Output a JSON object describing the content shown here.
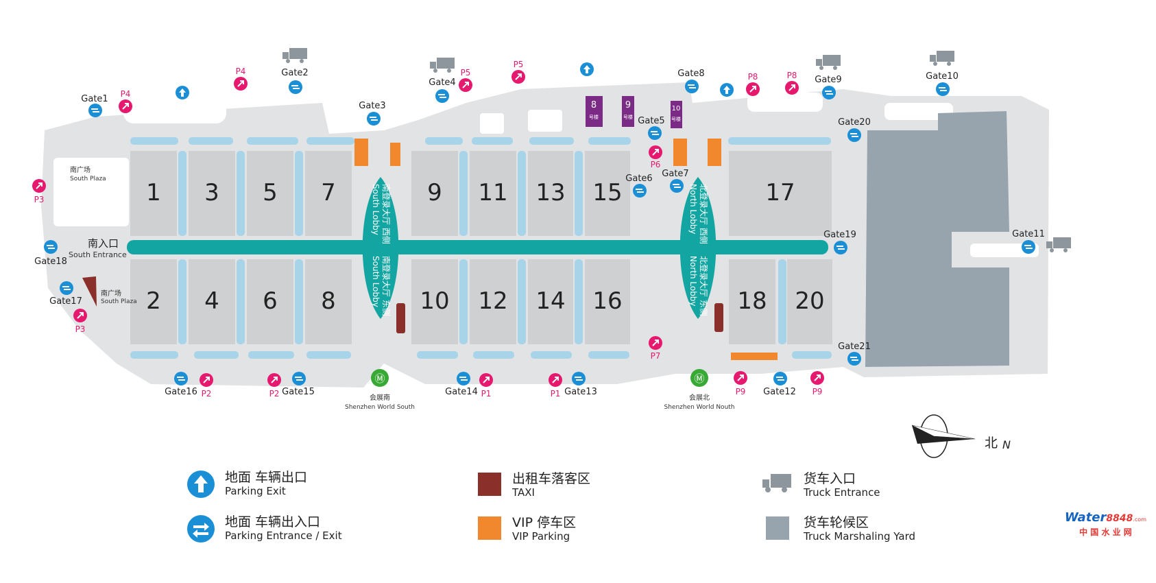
{
  "halls_west": [
    "1",
    "2",
    "3",
    "4",
    "5",
    "6",
    "7",
    "8"
  ],
  "halls_mid": [
    "9",
    "10",
    "11",
    "12",
    "13",
    "14",
    "15",
    "16"
  ],
  "halls_east": [
    "17",
    "18",
    "20"
  ],
  "buildings": {
    "b8": {
      "num": "8",
      "unit": "号楼"
    },
    "b9": {
      "num": "9",
      "unit": "号楼"
    },
    "b10": {
      "num": "10",
      "unit": "号楼"
    }
  },
  "lobbies": {
    "south_west_cn": "南登录大厅 西侧",
    "south_west_en": "South Lobby",
    "south_east_cn": "南登录大厅 东侧",
    "south_east_en": "South Lobby",
    "north_west_cn": "北登录大厅 西侧",
    "north_west_en": "North Lobby",
    "north_east_cn": "北登录大厅 东侧",
    "north_east_en": "North Lobby"
  },
  "places": {
    "south_plaza_cn": "南广场",
    "south_plaza_en": "South Plaza",
    "south_entrance_cn": "南入口",
    "south_entrance_en": "South Entrance",
    "metro_south_cn": "会展南",
    "metro_south_en": "Shenzhen World South",
    "metro_north_cn": "会展北",
    "metro_north_en": "Shenzhen World Nouth",
    "north_cn": "北",
    "north_en": "N"
  },
  "gates": [
    "Gate1",
    "Gate2",
    "Gate3",
    "Gate4",
    "Gate5",
    "Gate6",
    "Gate7",
    "Gate8",
    "Gate9",
    "Gate10",
    "Gate11",
    "Gate12",
    "Gate13",
    "Gate14",
    "Gate15",
    "Gate16",
    "Gate17",
    "Gate18",
    "Gate19",
    "Gate20",
    "Gate21"
  ],
  "parking": [
    "P1",
    "P2",
    "P3",
    "P4",
    "P5",
    "P6",
    "P7",
    "P8",
    "P9"
  ],
  "legend": {
    "exit_cn": "地面 车辆出口",
    "exit_en": "Parking Exit",
    "entry_exit_cn": "地面 车辆出入口",
    "entry_exit_en": "Parking Entrance / Exit",
    "taxi_cn": "出租车落客区",
    "taxi_en": "TAXI",
    "vip_cn": "VIP 停车区",
    "vip_en": "VIP Parking",
    "truck_cn": "货车入口",
    "truck_en": "Truck Entrance",
    "yard_cn": "货车轮候区",
    "yard_en": "Truck Marshaling Yard"
  },
  "watermark": {
    "brand_a": "Water",
    "brand_b": "8848",
    "brand_c": ".com",
    "sub": "中 国 水 业 网"
  },
  "colors": {
    "hall": "#cfd0d1",
    "road": "#e2e3e4",
    "teal": "#12a5a2",
    "blue_lane": "#a8d4ea",
    "gate_blue": "#1a8fd6",
    "parking_pink": "#e6196f",
    "metro_green": "#39a935",
    "taxi": "#8b2f2a",
    "vip": "#f2882d",
    "purple": "#7b2a86",
    "yard": "#97a3ad",
    "truck": "#8d969c"
  }
}
